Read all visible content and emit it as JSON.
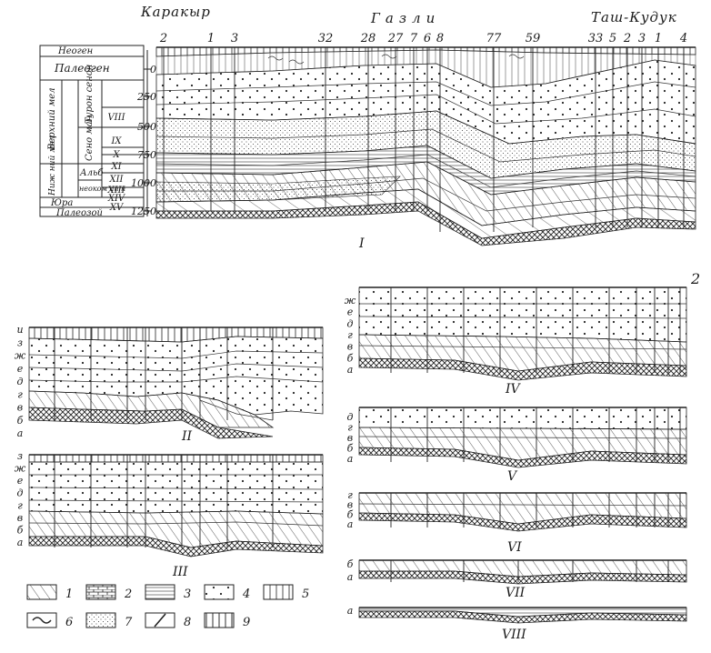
{
  "header": {
    "left_place": "Каракыр",
    "center_place": "Газли",
    "right_place": "Таш-Кудук"
  },
  "wells": [
    "2",
    "1",
    "3",
    "32",
    "28",
    "27",
    "7",
    "6",
    "8",
    "77",
    "59",
    "33",
    "5",
    "2",
    "3",
    "1",
    "4"
  ],
  "depth_ticks": [
    "0",
    "250",
    "500",
    "750",
    "1000",
    "1250"
  ],
  "strat_column": {
    "neogen": "Неоген",
    "paleogen": "Палеоген",
    "upper_cretaceous": "Верхний мел",
    "turon_senon": "Турон сенон",
    "senoman": "Сено ман",
    "alb": "Альб",
    "lower_cretaceous": "Ниж ний мел",
    "neokom_apt": "неоком апт",
    "jura": "Юра",
    "paleozoy": "Палеозой",
    "horizons": [
      "VIII",
      "IX",
      "X",
      "XI",
      "XII",
      "XIII",
      "XIV",
      "XV"
    ]
  },
  "panel_labels": {
    "p1": "I",
    "p2": "II",
    "p3": "III",
    "p4": "IV",
    "p5": "V",
    "p6": "VI",
    "p7": "VII",
    "p8": "VIII"
  },
  "page_number": "2",
  "horizon_letters": {
    "p2": [
      "и",
      "з",
      "ж",
      "е",
      "д",
      "г",
      "в",
      "б",
      "а"
    ],
    "p3": [
      "з",
      "ж",
      "е",
      "д",
      "г",
      "в",
      "б",
      "а"
    ],
    "p4": [
      "ж",
      "е",
      "д",
      "г",
      "в",
      "б",
      "а"
    ],
    "p5": [
      "д",
      "г",
      "в",
      "б",
      "а"
    ],
    "p6": [
      "г",
      "в",
      "б",
      "а"
    ],
    "p7": [
      "б",
      "а"
    ],
    "p8": [
      "а"
    ]
  },
  "legend": [
    "1",
    "2",
    "3",
    "4",
    "5",
    "6",
    "7",
    "8",
    "9"
  ]
}
